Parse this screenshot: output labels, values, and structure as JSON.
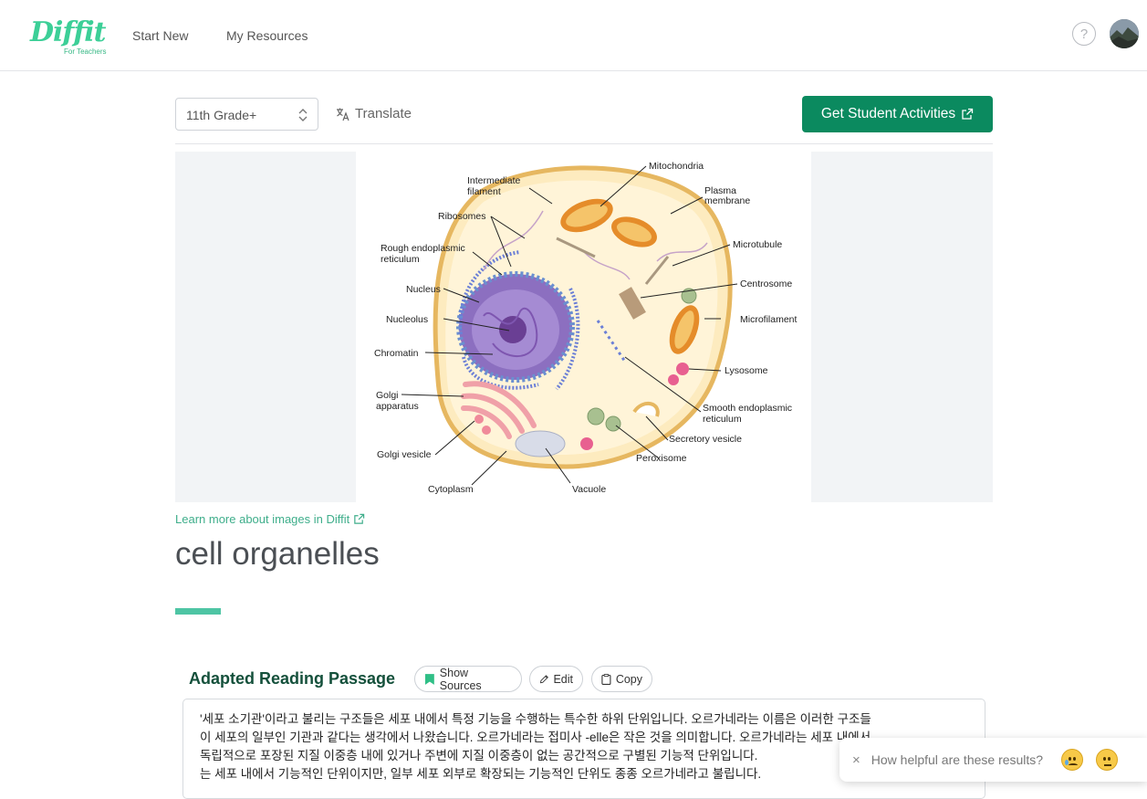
{
  "header": {
    "logo_text": "Diffit",
    "logo_sub": "For Teachers",
    "nav": [
      {
        "label": "Start New"
      },
      {
        "label": "My Resources"
      }
    ],
    "help_label": "?"
  },
  "toolbar": {
    "grade_value": "11th Grade+",
    "translate_label": "Translate",
    "cta_label": "Get Student Activities"
  },
  "diagram": {
    "labels": {
      "intermediate_filament_1": "Intermediate",
      "intermediate_filament_2": "filament",
      "ribosomes": "Ribosomes",
      "rough_er_1": "Rough endoplasmic",
      "rough_er_2": "reticulum",
      "nucleus": "Nucleus",
      "nucleolus": "Nucleolus",
      "chromatin": "Chromatin",
      "golgi_apparatus_1": "Golgi",
      "golgi_apparatus_2": "apparatus",
      "golgi_vesicle": "Golgi vesicle",
      "cytoplasm": "Cytoplasm",
      "vacuole": "Vacuole",
      "mitochondria": "Mitochondria",
      "plasma_membrane_1": "Plasma",
      "plasma_membrane_2": "membrane",
      "microtubule": "Microtubule",
      "centrosome": "Centrosome",
      "microfilament": "Microfilament",
      "lysosome": "Lysosome",
      "smooth_er_1": "Smooth endoplasmic",
      "smooth_er_2": "reticulum",
      "secretory_vesicle": "Secretory vesicle",
      "peroxisome": "Peroxisome"
    }
  },
  "learn_more": "Learn more about images in Diffit",
  "topic_title": "cell organelles",
  "passage": {
    "heading": "Adapted Reading Passage",
    "buttons": {
      "sources": "Show Sources",
      "edit": "Edit",
      "copy": "Copy"
    },
    "lines": [
      "'세포 소기관'이라고 불리는 구조들은 세포 내에서 특정 기능을 수행하는 특수한 하위 단위입니다. 오르가네라는 이름은 이러한 구조들",
      "이 세포의 일부인 기관과 같다는 생각에서 나왔습니다. 오르가네라는 접미사 -elle은 작은 것을 의미합니다. 오르가네라는 세포 내에서",
      "독립적으로 포장된 지질 이중층 내에 있거나 주변에 지질 이중층이 없는 공간적으로 구별된 기능적 단위입니다.",
      "는 세포 내에서 기능적인 단위이지만, 일부 세포 외부로 확장되는 기능적인 단위도 종종 오르가네라고 불립니다."
    ]
  },
  "feedback": {
    "close": "×",
    "question": "How helpful are these results?"
  },
  "colors": {
    "brand": "#3ccf97",
    "cta": "#0b8a5f",
    "accent": "#4ec5a4",
    "heading": "#14503b"
  }
}
